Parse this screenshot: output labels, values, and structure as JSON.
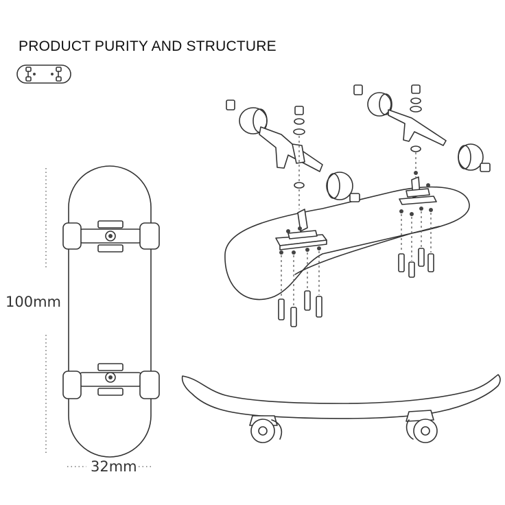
{
  "header": {
    "title": "PRODUCT PURITY AND STRUCTURE"
  },
  "dimensions": {
    "length": "100mm",
    "width": "32mm"
  },
  "icons": {
    "mini": "mini-skateboard-icon",
    "top_view": "skateboard-top-view",
    "exploded": "exploded-assembly-diagram",
    "side_view": "skateboard-side-view"
  }
}
